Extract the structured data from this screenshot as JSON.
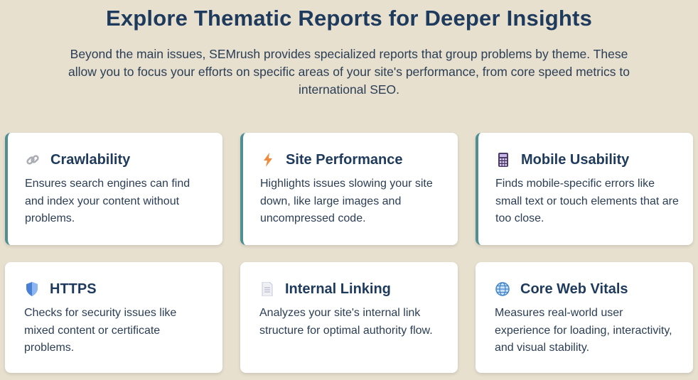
{
  "header": {
    "title": "Explore Thematic Reports for Deeper Insights",
    "intro": "Beyond the main issues, SEMrush provides specialized reports that group problems by theme. These allow you to focus your efforts on specific areas of your site's performance, from core speed metrics to international SEO."
  },
  "cards": [
    {
      "icon": "link-icon",
      "title": "Crawlability",
      "desc": "Ensures search engines can find and index your content without problems."
    },
    {
      "icon": "lightning-icon",
      "title": "Site Performance",
      "desc": "Highlights issues slowing your site down, like large images and uncompressed code."
    },
    {
      "icon": "mobile-icon",
      "title": "Mobile Usability",
      "desc": "Finds mobile-specific errors like small text or touch elements that are too close."
    },
    {
      "icon": "shield-icon",
      "title": "HTTPS",
      "desc": "Checks for security issues like mixed content or certificate problems."
    },
    {
      "icon": "document-icon",
      "title": "Internal Linking",
      "desc": "Analyzes your site's internal link structure for optimal authority flow."
    },
    {
      "icon": "globe-icon",
      "title": "Core Web Vitals",
      "desc": "Measures real-world user experience for loading, interactivity, and visual stability."
    }
  ],
  "colors": {
    "background": "#e7e0cf",
    "title": "#1e3a5c",
    "accent": "#4f8f91"
  }
}
